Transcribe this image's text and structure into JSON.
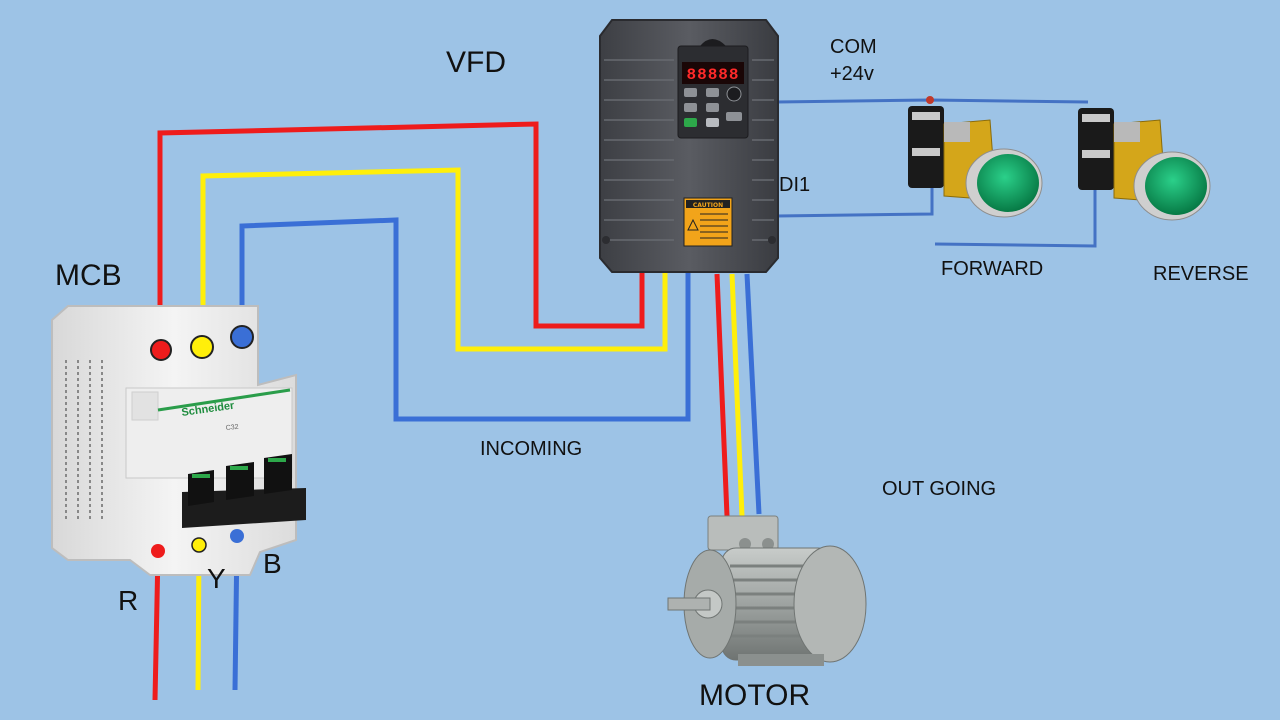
{
  "labels": {
    "vfd": "VFD",
    "mcb": "MCB",
    "motor": "MOTOR",
    "incoming": "INCOMING",
    "outgoing": "OUT GOING",
    "com": "COM",
    "plus24v": "+24v",
    "di1": "DI1",
    "forward": "FORWARD",
    "reverse": "REVERSE",
    "phase_r": "R",
    "phase_y": "Y",
    "phase_b": "B"
  },
  "device_text": {
    "caution": "CAUTION",
    "vfd_display": "88888",
    "mcb_brand": "Schneider",
    "mcb_rating": "C32"
  },
  "colors": {
    "background": "#9dc3e6",
    "red_phase": "#ee1c1c",
    "yellow_phase": "#ffef0a",
    "blue_phase": "#3a6fd6",
    "control_wire": "#4472c4",
    "vfd_body": "#4f5157",
    "button_green": "#0fa060"
  }
}
